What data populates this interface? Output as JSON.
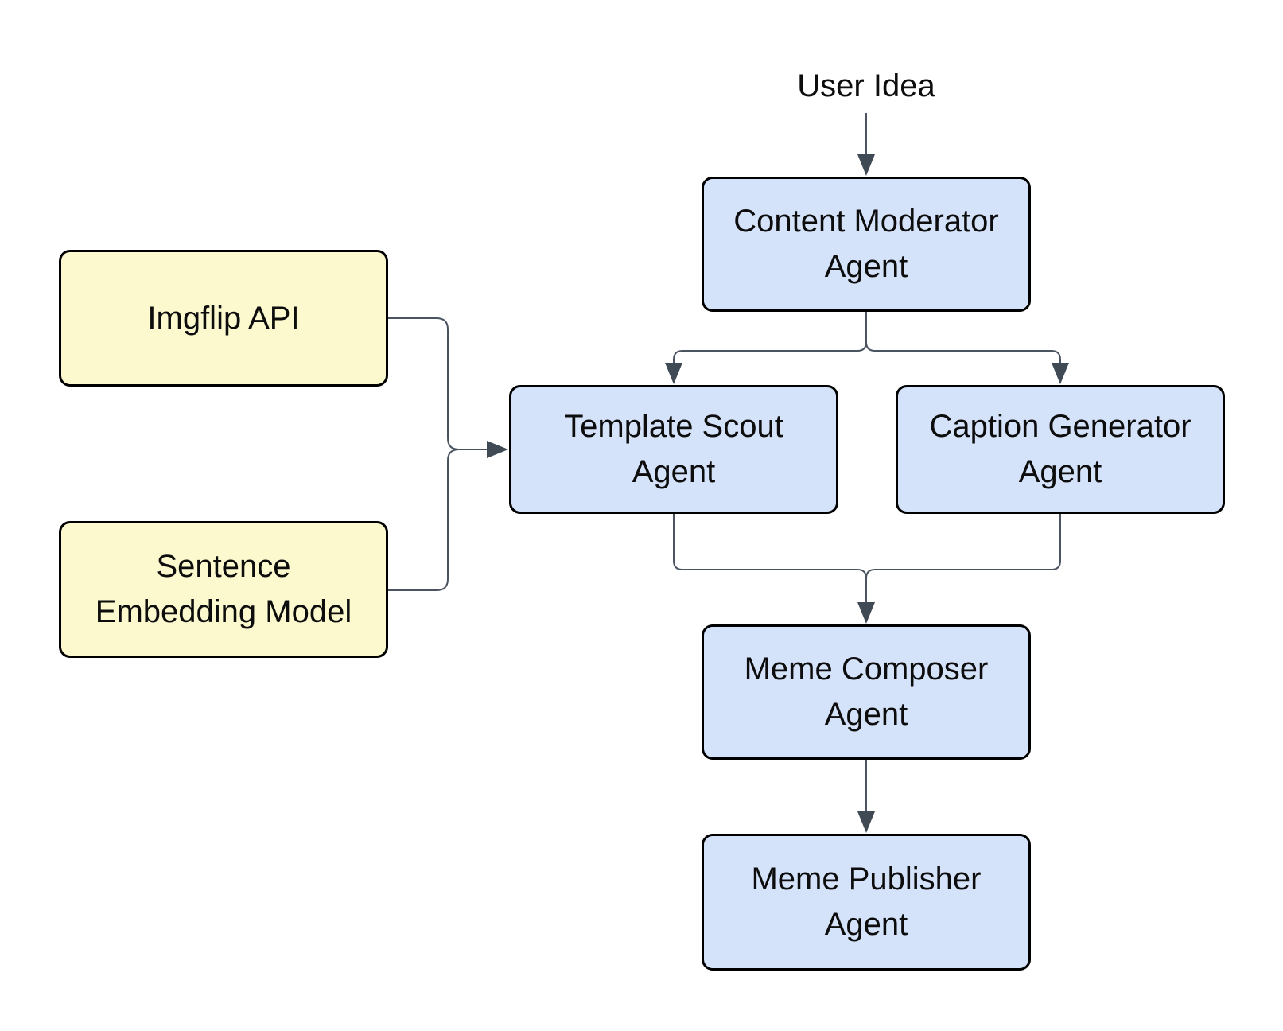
{
  "diagram": {
    "labels": {
      "user_idea": "User Idea"
    },
    "nodes": {
      "imgflip_api": {
        "label": "Imgflip API",
        "type": "resource"
      },
      "sentence_embedding_model": {
        "label": "Sentence\nEmbedding Model",
        "type": "resource"
      },
      "content_moderator_agent": {
        "label": "Content Moderator\nAgent",
        "type": "agent"
      },
      "template_scout_agent": {
        "label": "Template Scout\nAgent",
        "type": "agent"
      },
      "caption_generator_agent": {
        "label": "Caption Generator\nAgent",
        "type": "agent"
      },
      "meme_composer_agent": {
        "label": "Meme Composer\nAgent",
        "type": "agent"
      },
      "meme_publisher_agent": {
        "label": "Meme Publisher\nAgent",
        "type": "agent"
      }
    },
    "colors": {
      "agent_fill": "#d5e3fa",
      "resource_fill": "#fbf9cd",
      "node_border": "#000000",
      "connector_line": "#4a5460",
      "arrowhead": "#3f4a55",
      "text": "#0d0d0d",
      "background": "#ffffff"
    }
  }
}
